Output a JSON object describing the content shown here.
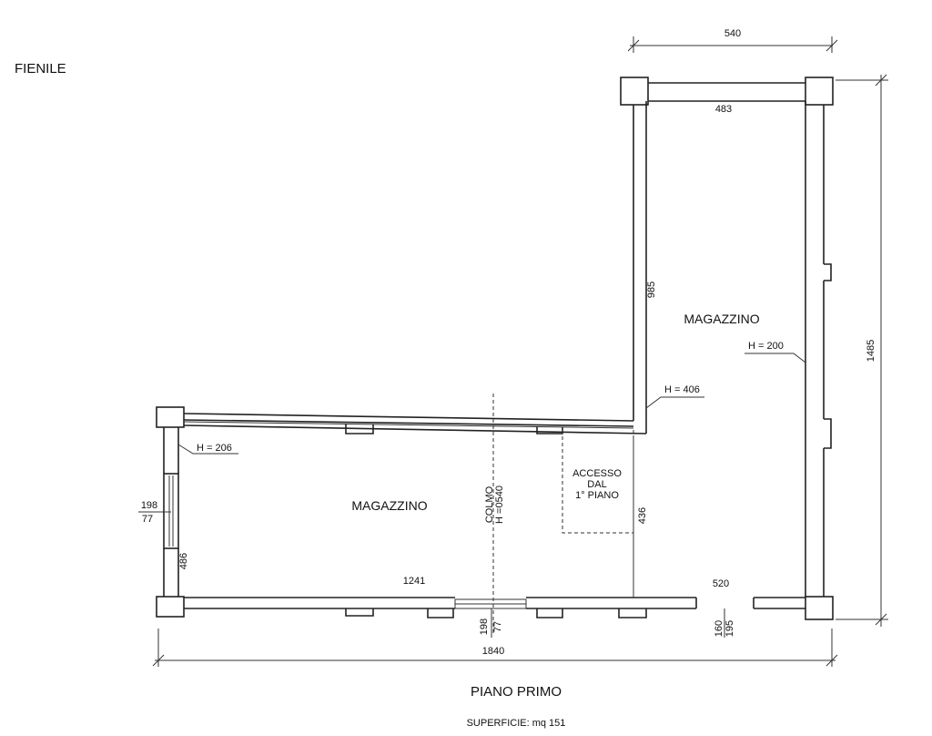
{
  "title": "FIENILE",
  "floor_name": "PIANO PRIMO",
  "surface": "SUPERFICIE: mq 151",
  "rooms": {
    "left": "MAGAZZINO",
    "right": "MAGAZZINO"
  },
  "access_note": [
    "ACCESSO",
    "DAL",
    "1° PIANO"
  ],
  "colmo": [
    "COLMO",
    "H =0540"
  ],
  "heights": {
    "left": "H = 206",
    "middle": "H = 406",
    "right": "H = 200"
  },
  "dims": {
    "top_width": "540",
    "right_inner_width": "483",
    "right_height": "1485",
    "right_wall_985": "985",
    "left_door_top": "198",
    "left_door_bottom": "77",
    "left_inner_height": "486",
    "left_inner_width": "1241",
    "partition": "436",
    "right_inner_bottom": "520",
    "bottom_door_198": "198",
    "bottom_door_77": "77",
    "right_opening_160": "160",
    "right_opening_195": "195",
    "total_width": "1840"
  }
}
